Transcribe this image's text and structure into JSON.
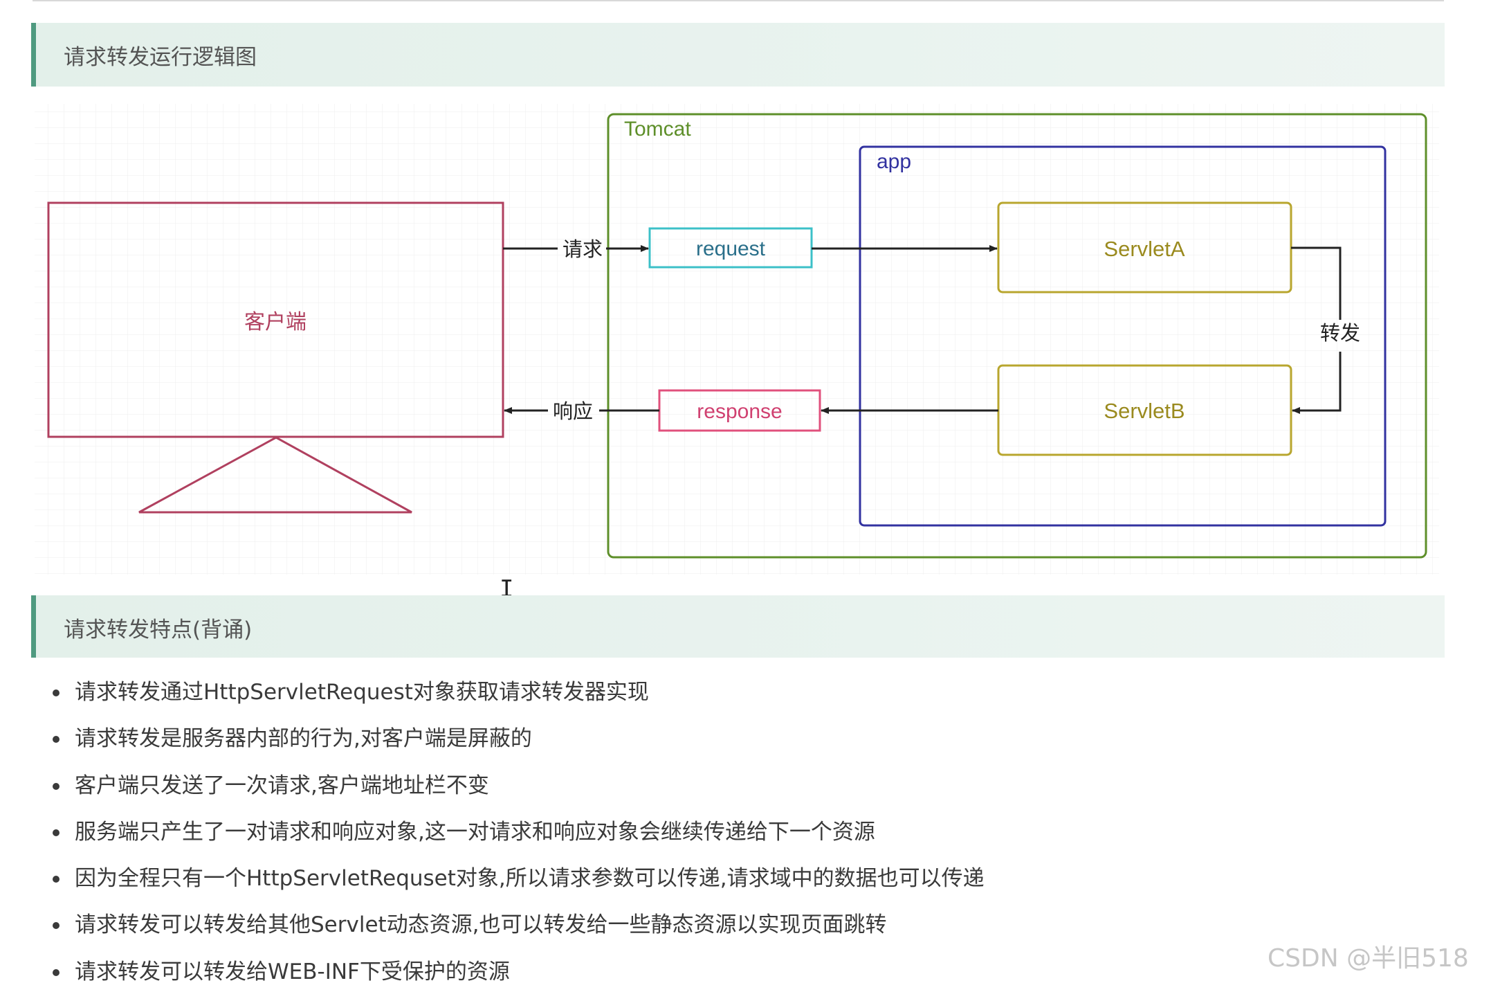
{
  "section1": {
    "title": "请求转发运行逻辑图"
  },
  "diagram": {
    "client_label": "客户端",
    "tomcat_label": "Tomcat",
    "app_label": "app",
    "request_label": "request",
    "response_label": "response",
    "servlet_a_label": "ServletA",
    "servlet_b_label": "ServletB",
    "edge_request": "请求",
    "edge_response": "响应",
    "edge_forward": "转发",
    "colors": {
      "client": "#b0405f",
      "tomcat": "#5e8f2a",
      "app": "#3232a0",
      "request": "#3cc0c8",
      "response": "#e0507c",
      "servlet": "#b8a62e",
      "arrow": "#222222"
    }
  },
  "section2": {
    "title": "请求转发特点(背诵)",
    "bullets": [
      "请求转发通过HttpServletRequest对象获取请求转发器实现",
      "请求转发是服务器内部的行为,对客户端是屏蔽的",
      "客户端只发送了一次请求,客户端地址栏不变",
      "服务端只产生了一对请求和响应对象,这一对请求和响应对象会继续传递给下一个资源",
      "因为全程只有一个HttpServletRequset对象,所以请求参数可以传递,请求域中的数据也可以传递",
      "请求转发可以转发给其他Servlet动态资源,也可以转发给一些静态资源以实现页面跳转",
      "请求转发可以转发给WEB-INF下受保护的资源"
    ]
  },
  "watermark": "CSDN @半旧518"
}
